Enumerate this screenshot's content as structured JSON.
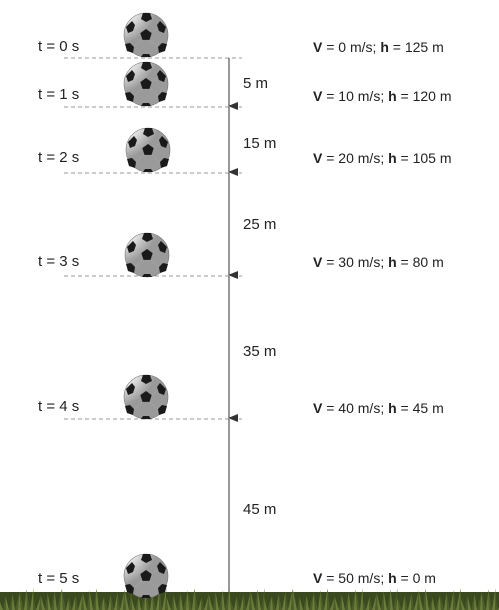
{
  "colors": {
    "guide_line": "#999999",
    "arrow": "#333333",
    "grass_dark": "#3b4a1e",
    "grass_light": "#6b7d3a",
    "ball_black": "#1a1a1a",
    "ball_white": "#f4f4f4"
  },
  "icons": {
    "ball": "soccer-ball-icon",
    "ground": "grass-ground"
  },
  "steps": [
    {
      "time": "t = 0 s",
      "v_sym": "V",
      "v_val": " = 0 m/s; ",
      "h_sym": "h",
      "h_val": " = 125 m"
    },
    {
      "time": "t = 1 s",
      "v_sym": "V",
      "v_val": " = 10 m/s; ",
      "h_sym": "h",
      "h_val": " = 120 m"
    },
    {
      "time": "t = 2 s",
      "v_sym": "V",
      "v_val": " = 20 m/s; ",
      "h_sym": "h",
      "h_val": " = 105 m"
    },
    {
      "time": "t = 3 s",
      "v_sym": "V",
      "v_val": " = 30 m/s; ",
      "h_sym": "h",
      "h_val": " = 80 m"
    },
    {
      "time": "t = 4 s",
      "v_sym": "V",
      "v_val": " = 40 m/s; ",
      "h_sym": "h",
      "h_val": " = 45 m"
    },
    {
      "time": "t = 5 s",
      "v_sym": "V",
      "v_val": " = 50 m/s; ",
      "h_sym": "h",
      "h_val": " = 0 m"
    }
  ],
  "distances": [
    "5 m",
    "15 m",
    "25 m",
    "35 m",
    "45 m"
  ]
}
